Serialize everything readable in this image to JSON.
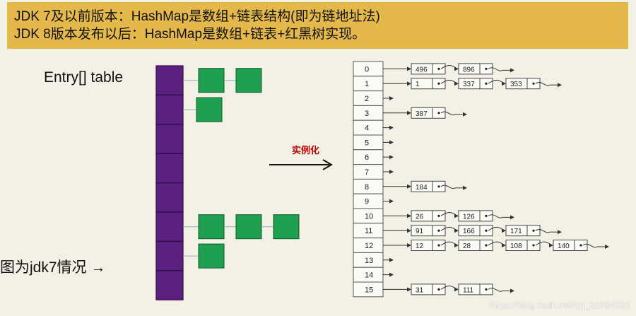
{
  "header": {
    "line1": "JDK 7及以前版本：HashMap是数组+链表结构(即为链地址法)",
    "line2": "JDK 8版本发布以后：HashMap是数组+链表+红黑树实现。"
  },
  "left_diagram": {
    "entry_label": "Entry[] table",
    "caption": "图为jdk7情况 →",
    "slot_count": 8,
    "chains": [
      [
        0,
        2
      ],
      [
        1,
        1
      ],
      [
        5,
        3
      ],
      [
        6,
        1
      ]
    ],
    "colors": {
      "array": "#5b2080",
      "node": "#1fa050"
    }
  },
  "arrow_label": "实例化",
  "right_diagram": {
    "rows": [
      {
        "index": "0",
        "nodes": [
          "496",
          "896"
        ]
      },
      {
        "index": "1",
        "nodes": [
          "1",
          "337",
          "353"
        ]
      },
      {
        "index": "2",
        "nodes": []
      },
      {
        "index": "3",
        "nodes": [
          "387"
        ]
      },
      {
        "index": "4",
        "nodes": []
      },
      {
        "index": "5",
        "nodes": []
      },
      {
        "index": "6",
        "nodes": []
      },
      {
        "index": "7",
        "nodes": []
      },
      {
        "index": "8",
        "nodes": [
          "184"
        ]
      },
      {
        "index": "9",
        "nodes": []
      },
      {
        "index": "10",
        "nodes": [
          "26",
          "126"
        ]
      },
      {
        "index": "11",
        "nodes": [
          "91",
          "166",
          "171"
        ]
      },
      {
        "index": "12",
        "nodes": [
          "12",
          "28",
          "108",
          "140"
        ]
      },
      {
        "index": "13",
        "nodes": []
      },
      {
        "index": "14",
        "nodes": []
      },
      {
        "index": "15",
        "nodes": [
          "31",
          "111"
        ]
      }
    ]
  },
  "watermark": "https://blog.csdn.net/qq_31994231"
}
